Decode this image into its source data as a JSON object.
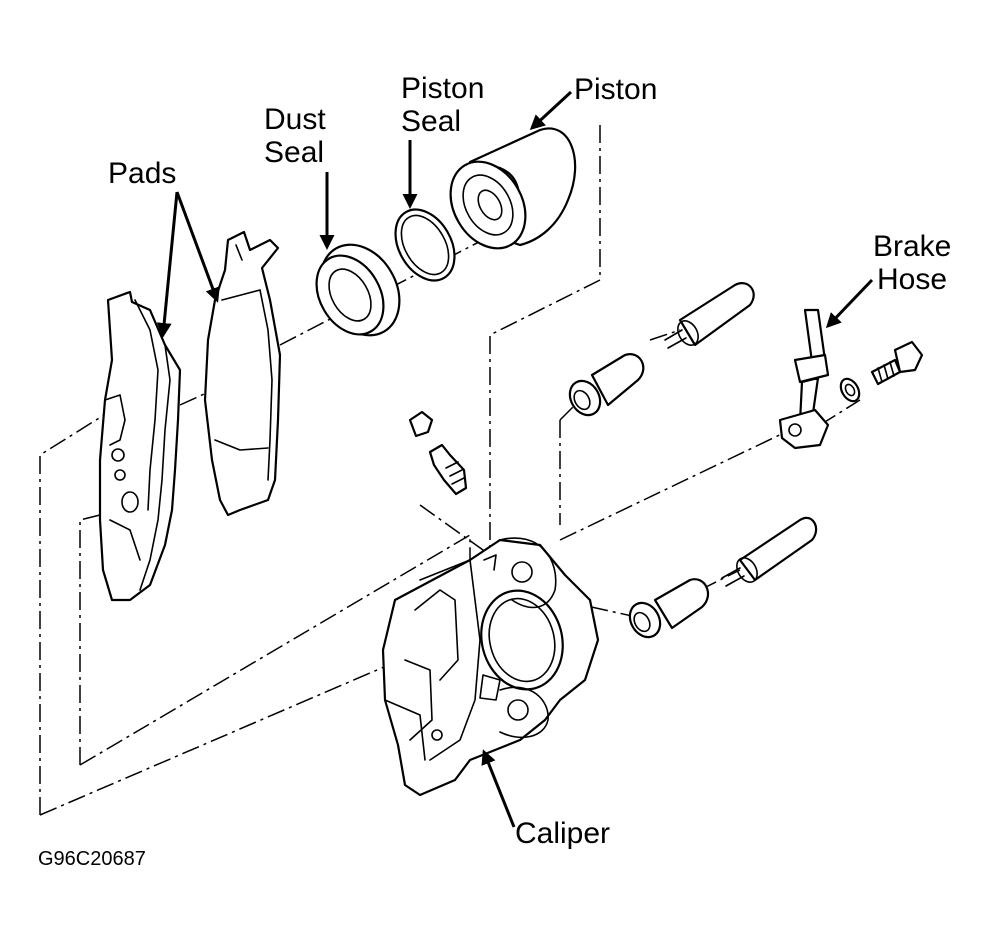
{
  "labels": {
    "pads": "Pads",
    "dust_seal_line1": "Dust",
    "dust_seal_line2": "Seal",
    "piston_seal_line1": "Piston",
    "piston_seal_line2": "Seal",
    "piston": "Piston",
    "brake_hose_line1": "Brake",
    "brake_hose_line2": "Hose",
    "caliper": "Caliper"
  },
  "figure_code": "G96C20687"
}
